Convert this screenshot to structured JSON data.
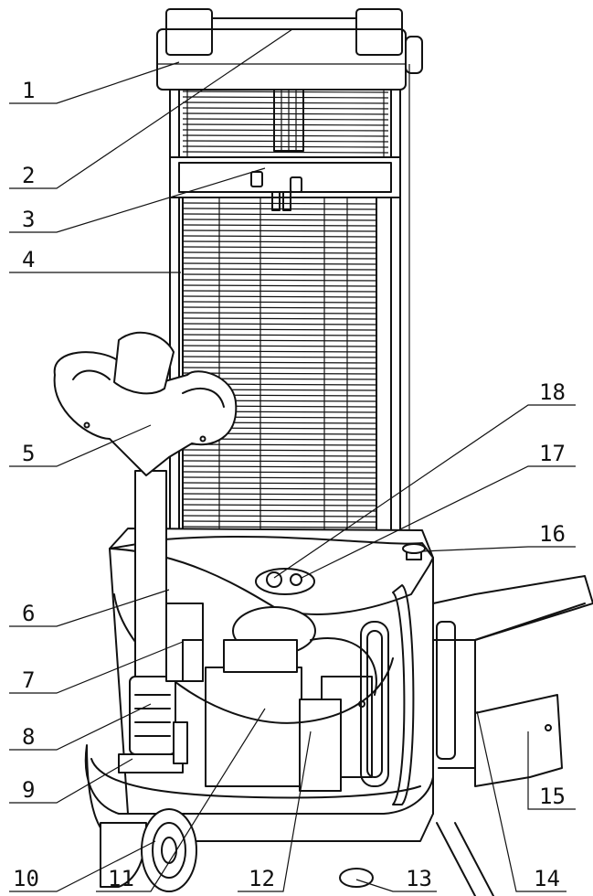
{
  "figure": {
    "labels": [
      {
        "id": "1",
        "text": "1"
      },
      {
        "id": "2",
        "text": "2"
      },
      {
        "id": "3",
        "text": "3"
      },
      {
        "id": "4",
        "text": "4"
      },
      {
        "id": "5",
        "text": "5"
      },
      {
        "id": "6",
        "text": "6"
      },
      {
        "id": "7",
        "text": "7"
      },
      {
        "id": "8",
        "text": "8"
      },
      {
        "id": "9",
        "text": "9"
      },
      {
        "id": "10",
        "text": "10"
      },
      {
        "id": "11",
        "text": "11"
      },
      {
        "id": "12",
        "text": "12"
      },
      {
        "id": "13",
        "text": "13"
      },
      {
        "id": "14",
        "text": "14"
      },
      {
        "id": "15",
        "text": "15"
      },
      {
        "id": "16",
        "text": "16"
      },
      {
        "id": "17",
        "text": "17"
      },
      {
        "id": "18",
        "text": "18"
      }
    ]
  }
}
